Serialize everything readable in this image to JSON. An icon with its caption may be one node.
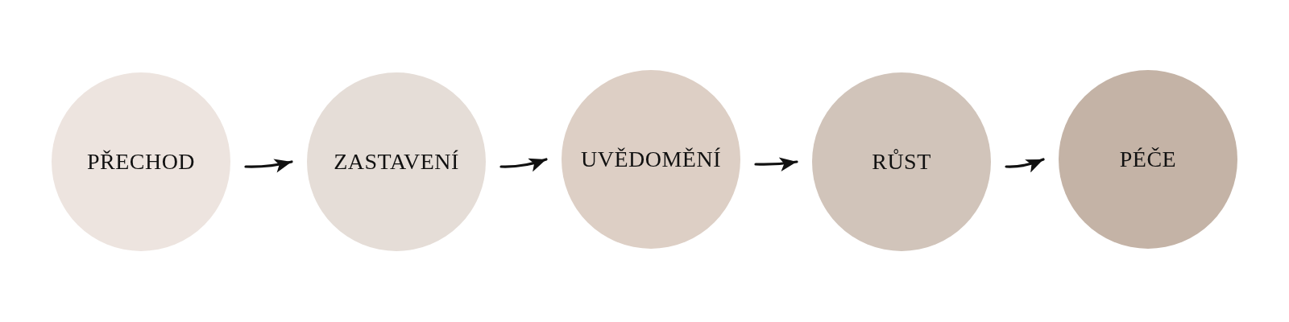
{
  "diagram": {
    "nodes": [
      {
        "text": [
          "PŘECHOD"
        ]
      },
      {
        "text": [
          "ZASTAVENÍ"
        ]
      },
      {
        "text": [
          "UVĚDOMĚNÍ"
        ]
      },
      {
        "text": [
          "RŮST"
        ]
      },
      {
        "text": [
          "PÉČE"
        ]
      }
    ],
    "edges": [
      {
        "from": 0,
        "to": 1,
        "arrow": "to"
      },
      {
        "from": 1,
        "to": 2,
        "arrow": "to"
      },
      {
        "from": 2,
        "to": 3,
        "arrow": "to"
      },
      {
        "from": 3,
        "to": 4,
        "arrow": "to"
      }
    ]
  }
}
